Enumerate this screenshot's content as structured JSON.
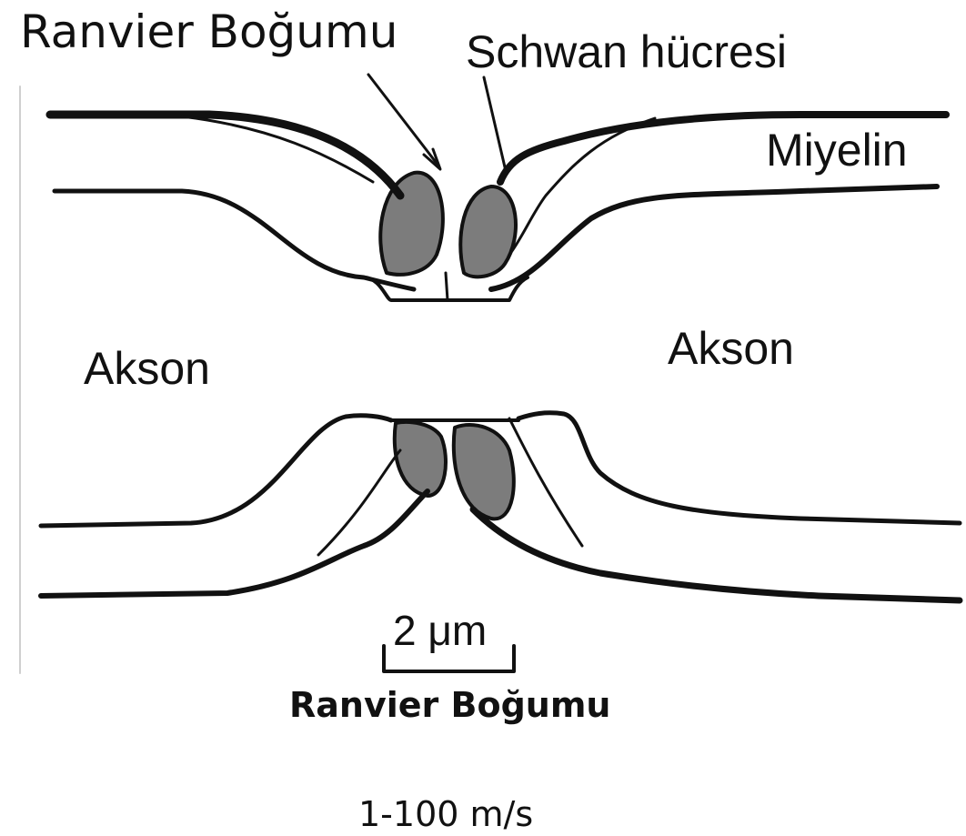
{
  "colors": {
    "background": "#ffffff",
    "ink": "#111111"
  },
  "labels": {
    "node_top": "Ranvier Boğumu",
    "schwann": "Schwan hücresi",
    "myelin": "Miyelin",
    "axon_left": "Akson",
    "axon_right": "Akson",
    "scale_value": "2 μm",
    "caption": "Ranvier Boğumu",
    "speed": "1-100 m/s"
  }
}
